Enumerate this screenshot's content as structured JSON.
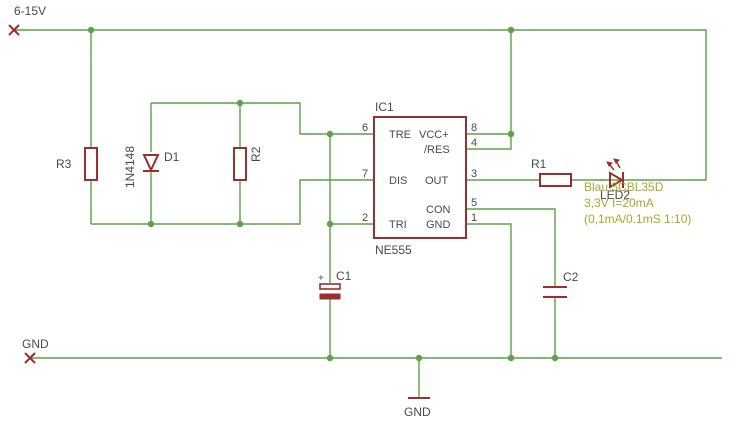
{
  "colors": {
    "wire": "#5fa04a",
    "component": "#9b2e2e",
    "label": "#4a4a4a",
    "note": "#a8a82a",
    "background": "#ffffff"
  },
  "supply": {
    "label": "6-15V",
    "icon": "terminal-x-icon"
  },
  "ground": {
    "rail_label": "GND",
    "symbol_label": "GND",
    "icon": "terminal-x-icon"
  },
  "ic": {
    "name": "IC1",
    "part": "NE555",
    "pins": [
      {
        "num": "6",
        "label": "TRE"
      },
      {
        "num": "7",
        "label": "DIS"
      },
      {
        "num": "2",
        "label": "TRI"
      },
      {
        "num": "8",
        "label": "VCC+"
      },
      {
        "num": "4",
        "label": "/RES"
      },
      {
        "num": "3",
        "label": "OUT"
      },
      {
        "num": "5",
        "label": "CON"
      },
      {
        "num": "1",
        "label": "GND"
      }
    ]
  },
  "components": {
    "r1": "R1",
    "r2": "R2",
    "r3": "R3",
    "d1": "D1",
    "d1_part": "1N4148",
    "c1": "C1",
    "c1_polarity": "+",
    "c2": "C2",
    "led": "LED2"
  },
  "led_note": {
    "line1": "Blau 5CBL35D",
    "line2": "3,3V I=20mA",
    "line3": "(0,1mA/0.1mS 1:10)"
  }
}
